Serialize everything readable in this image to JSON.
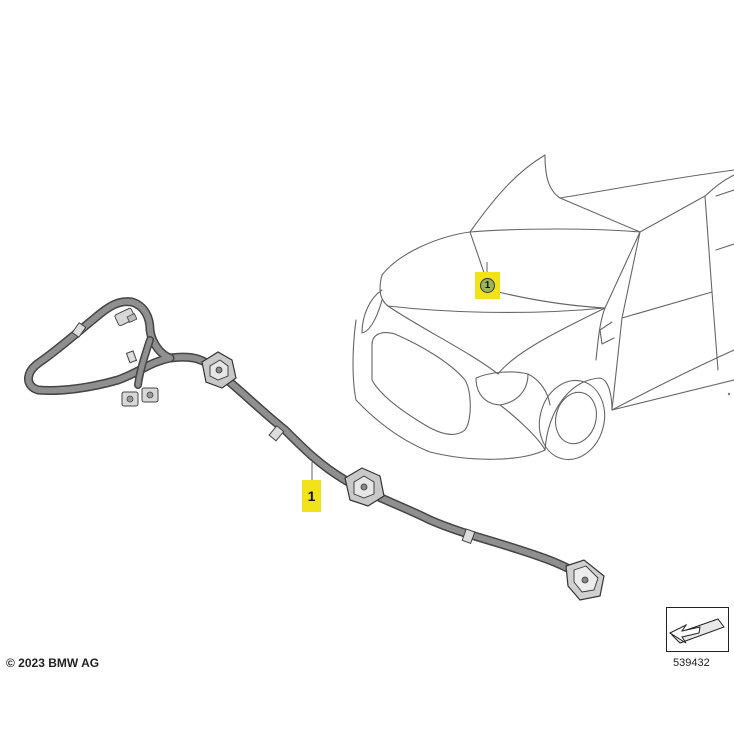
{
  "callouts": {
    "cable_number": "1",
    "car_location_number": "1"
  },
  "footer": {
    "copyright": "© 2023 BMW AG",
    "diagram_number": "539432"
  },
  "colors": {
    "callout_yellow": "#f2e21a",
    "location_marker_green": "#9bb35a",
    "line_art": "#555555",
    "cable_fill": "#8f8f8f"
  },
  "icons": {
    "view_direction": "view-direction-arrow-icon"
  }
}
